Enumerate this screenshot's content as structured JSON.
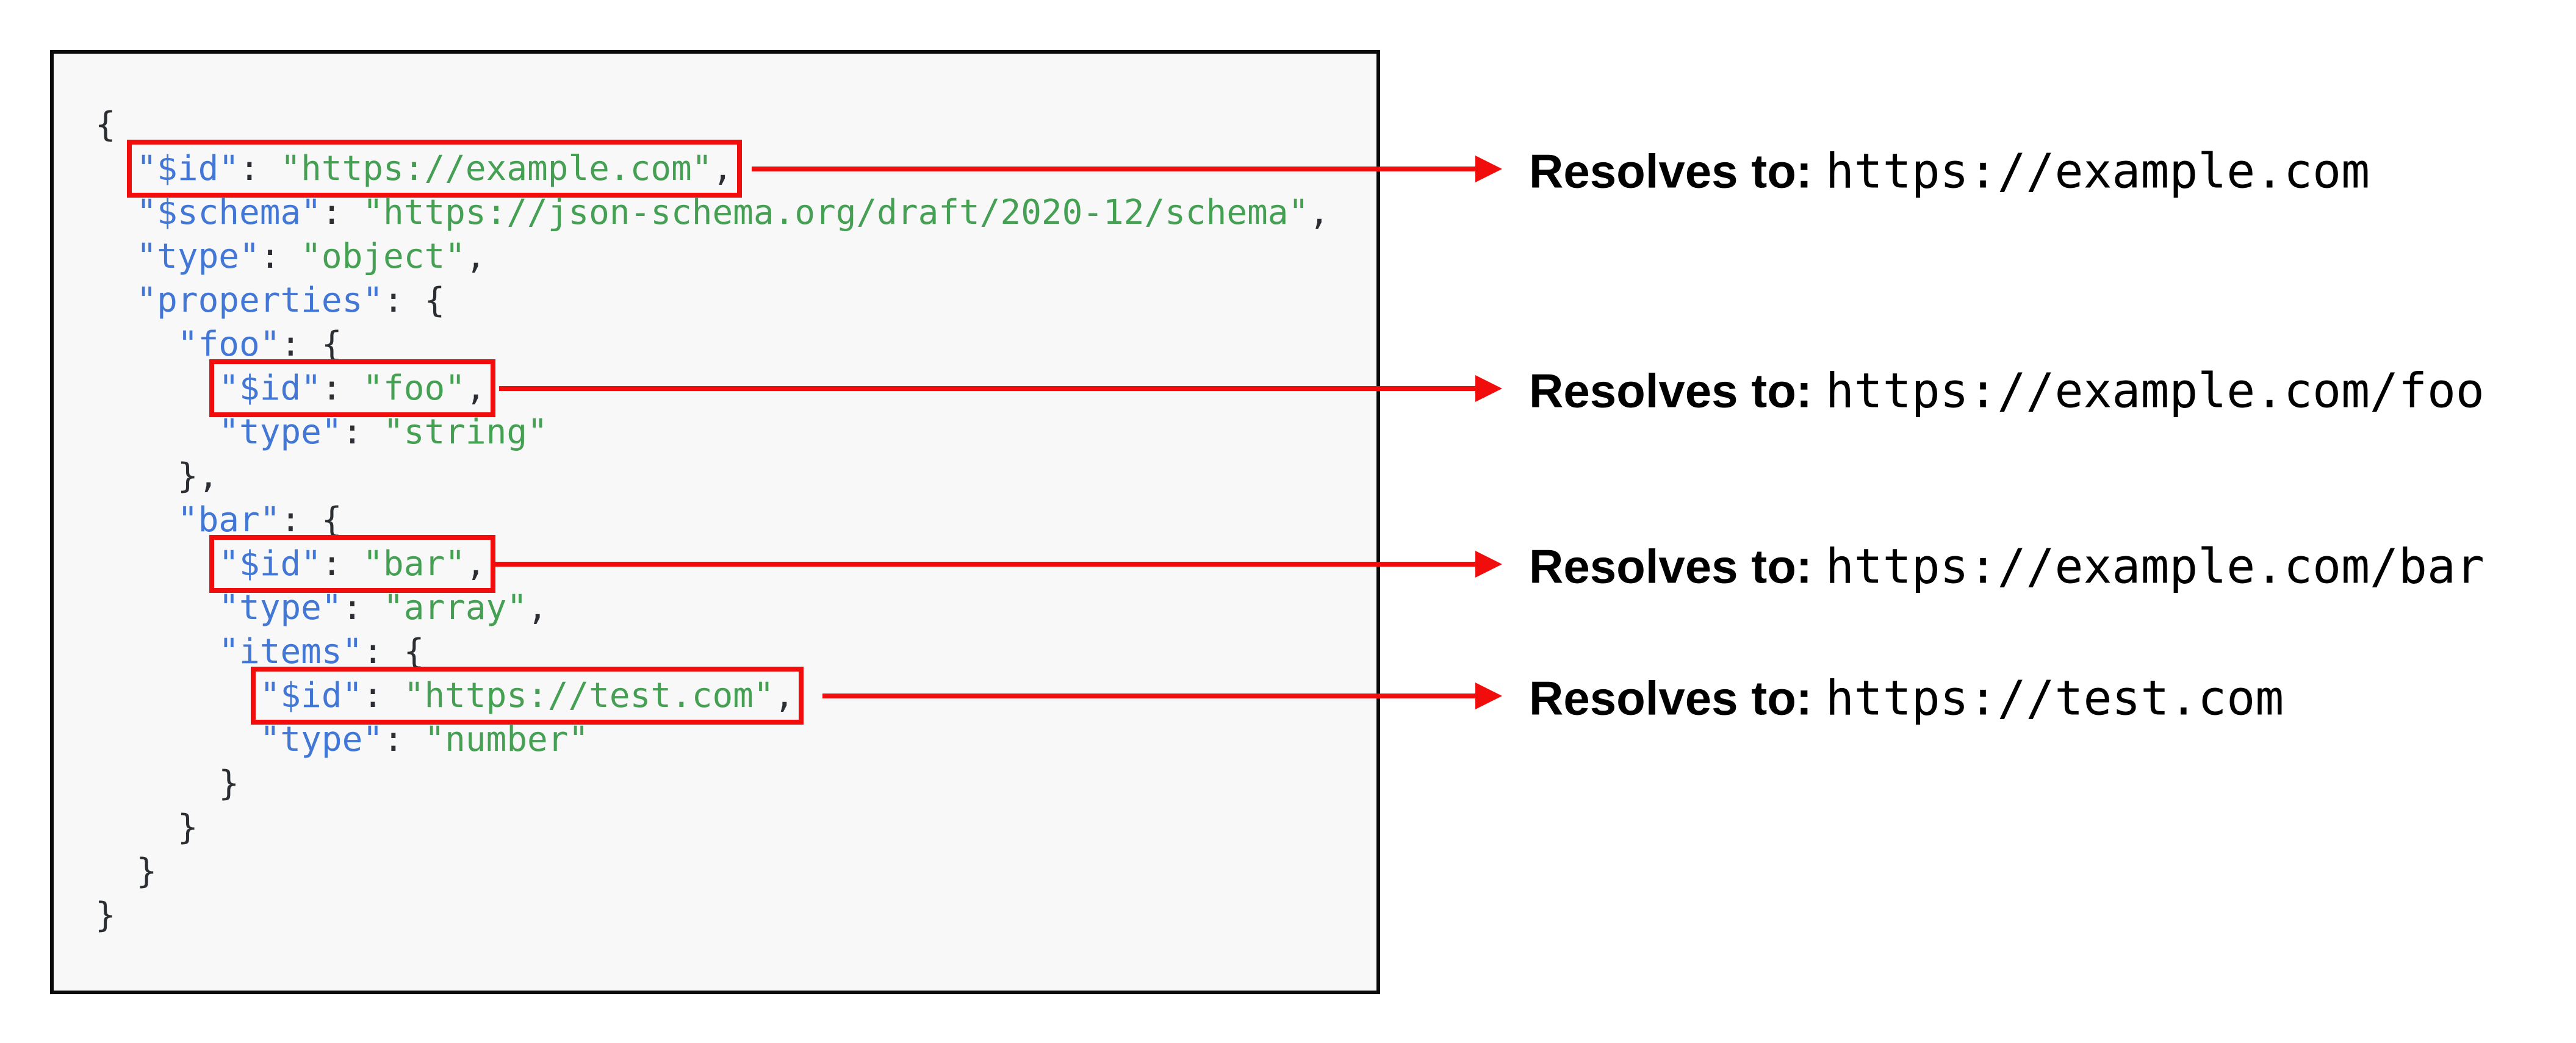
{
  "colors": {
    "accent_red": "#F20D0D",
    "key_blue": "#4377D6",
    "string_green": "#46A054",
    "punctuation": "#2B2F33",
    "panel_bg": "#F8F8F9",
    "panel_border": "#0A0A0A"
  },
  "code": {
    "lines": [
      {
        "indent": 0,
        "box": false,
        "tokens": [
          {
            "c": "pun",
            "t": "{"
          }
        ]
      },
      {
        "indent": 2,
        "box": true,
        "tokens": [
          {
            "c": "key",
            "t": "\"$id\""
          },
          {
            "c": "pun",
            "t": ": "
          },
          {
            "c": "str",
            "t": "\"https://example.com\""
          },
          {
            "c": "pun",
            "t": ","
          }
        ]
      },
      {
        "indent": 2,
        "box": false,
        "tokens": [
          {
            "c": "key",
            "t": "\"$schema\""
          },
          {
            "c": "pun",
            "t": ": "
          },
          {
            "c": "str",
            "t": "\"https://json-schema.org/draft/2020-12/schema\""
          },
          {
            "c": "pun",
            "t": ","
          }
        ]
      },
      {
        "indent": 2,
        "box": false,
        "tokens": [
          {
            "c": "key",
            "t": "\"type\""
          },
          {
            "c": "pun",
            "t": ": "
          },
          {
            "c": "str",
            "t": "\"object\""
          },
          {
            "c": "pun",
            "t": ","
          }
        ]
      },
      {
        "indent": 2,
        "box": false,
        "tokens": [
          {
            "c": "key",
            "t": "\"properties\""
          },
          {
            "c": "pun",
            "t": ": {"
          }
        ]
      },
      {
        "indent": 4,
        "box": false,
        "tokens": [
          {
            "c": "key",
            "t": "\"foo\""
          },
          {
            "c": "pun",
            "t": ": {"
          }
        ]
      },
      {
        "indent": 6,
        "box": true,
        "tokens": [
          {
            "c": "key",
            "t": "\"$id\""
          },
          {
            "c": "pun",
            "t": ": "
          },
          {
            "c": "str",
            "t": "\"foo\""
          },
          {
            "c": "pun",
            "t": ","
          }
        ]
      },
      {
        "indent": 6,
        "box": false,
        "tokens": [
          {
            "c": "key",
            "t": "\"type\""
          },
          {
            "c": "pun",
            "t": ": "
          },
          {
            "c": "str",
            "t": "\"string\""
          }
        ]
      },
      {
        "indent": 4,
        "box": false,
        "tokens": [
          {
            "c": "pun",
            "t": "},"
          }
        ]
      },
      {
        "indent": 4,
        "box": false,
        "tokens": [
          {
            "c": "key",
            "t": "\"bar\""
          },
          {
            "c": "pun",
            "t": ": {"
          }
        ]
      },
      {
        "indent": 6,
        "box": true,
        "tokens": [
          {
            "c": "key",
            "t": "\"$id\""
          },
          {
            "c": "pun",
            "t": ": "
          },
          {
            "c": "str",
            "t": "\"bar\""
          },
          {
            "c": "pun",
            "t": ","
          }
        ]
      },
      {
        "indent": 6,
        "box": false,
        "tokens": [
          {
            "c": "key",
            "t": "\"type\""
          },
          {
            "c": "pun",
            "t": ": "
          },
          {
            "c": "str",
            "t": "\"array\""
          },
          {
            "c": "pun",
            "t": ","
          }
        ]
      },
      {
        "indent": 6,
        "box": false,
        "tokens": [
          {
            "c": "key",
            "t": "\"items\""
          },
          {
            "c": "pun",
            "t": ": {"
          }
        ]
      },
      {
        "indent": 8,
        "box": true,
        "tokens": [
          {
            "c": "key",
            "t": "\"$id\""
          },
          {
            "c": "pun",
            "t": ": "
          },
          {
            "c": "str",
            "t": "\"https://test.com\""
          },
          {
            "c": "pun",
            "t": ","
          }
        ]
      },
      {
        "indent": 8,
        "box": false,
        "tokens": [
          {
            "c": "key",
            "t": "\"type\""
          },
          {
            "c": "pun",
            "t": ": "
          },
          {
            "c": "str",
            "t": "\"number\""
          }
        ]
      },
      {
        "indent": 6,
        "box": false,
        "tokens": [
          {
            "c": "pun",
            "t": "}"
          }
        ]
      },
      {
        "indent": 4,
        "box": false,
        "tokens": [
          {
            "c": "pun",
            "t": "}"
          }
        ]
      },
      {
        "indent": 2,
        "box": false,
        "tokens": [
          {
            "c": "pun",
            "t": "}"
          }
        ]
      },
      {
        "indent": 0,
        "box": false,
        "tokens": [
          {
            "c": "pun",
            "t": "}"
          }
        ]
      }
    ]
  },
  "annotations": [
    {
      "label": "Resolves to:",
      "value": "https://example.com"
    },
    {
      "label": "Resolves to:",
      "value": "https://example.com/foo"
    },
    {
      "label": "Resolves to:",
      "value": "https://example.com/bar"
    },
    {
      "label": "Resolves to:",
      "value": "https://test.com"
    }
  ]
}
